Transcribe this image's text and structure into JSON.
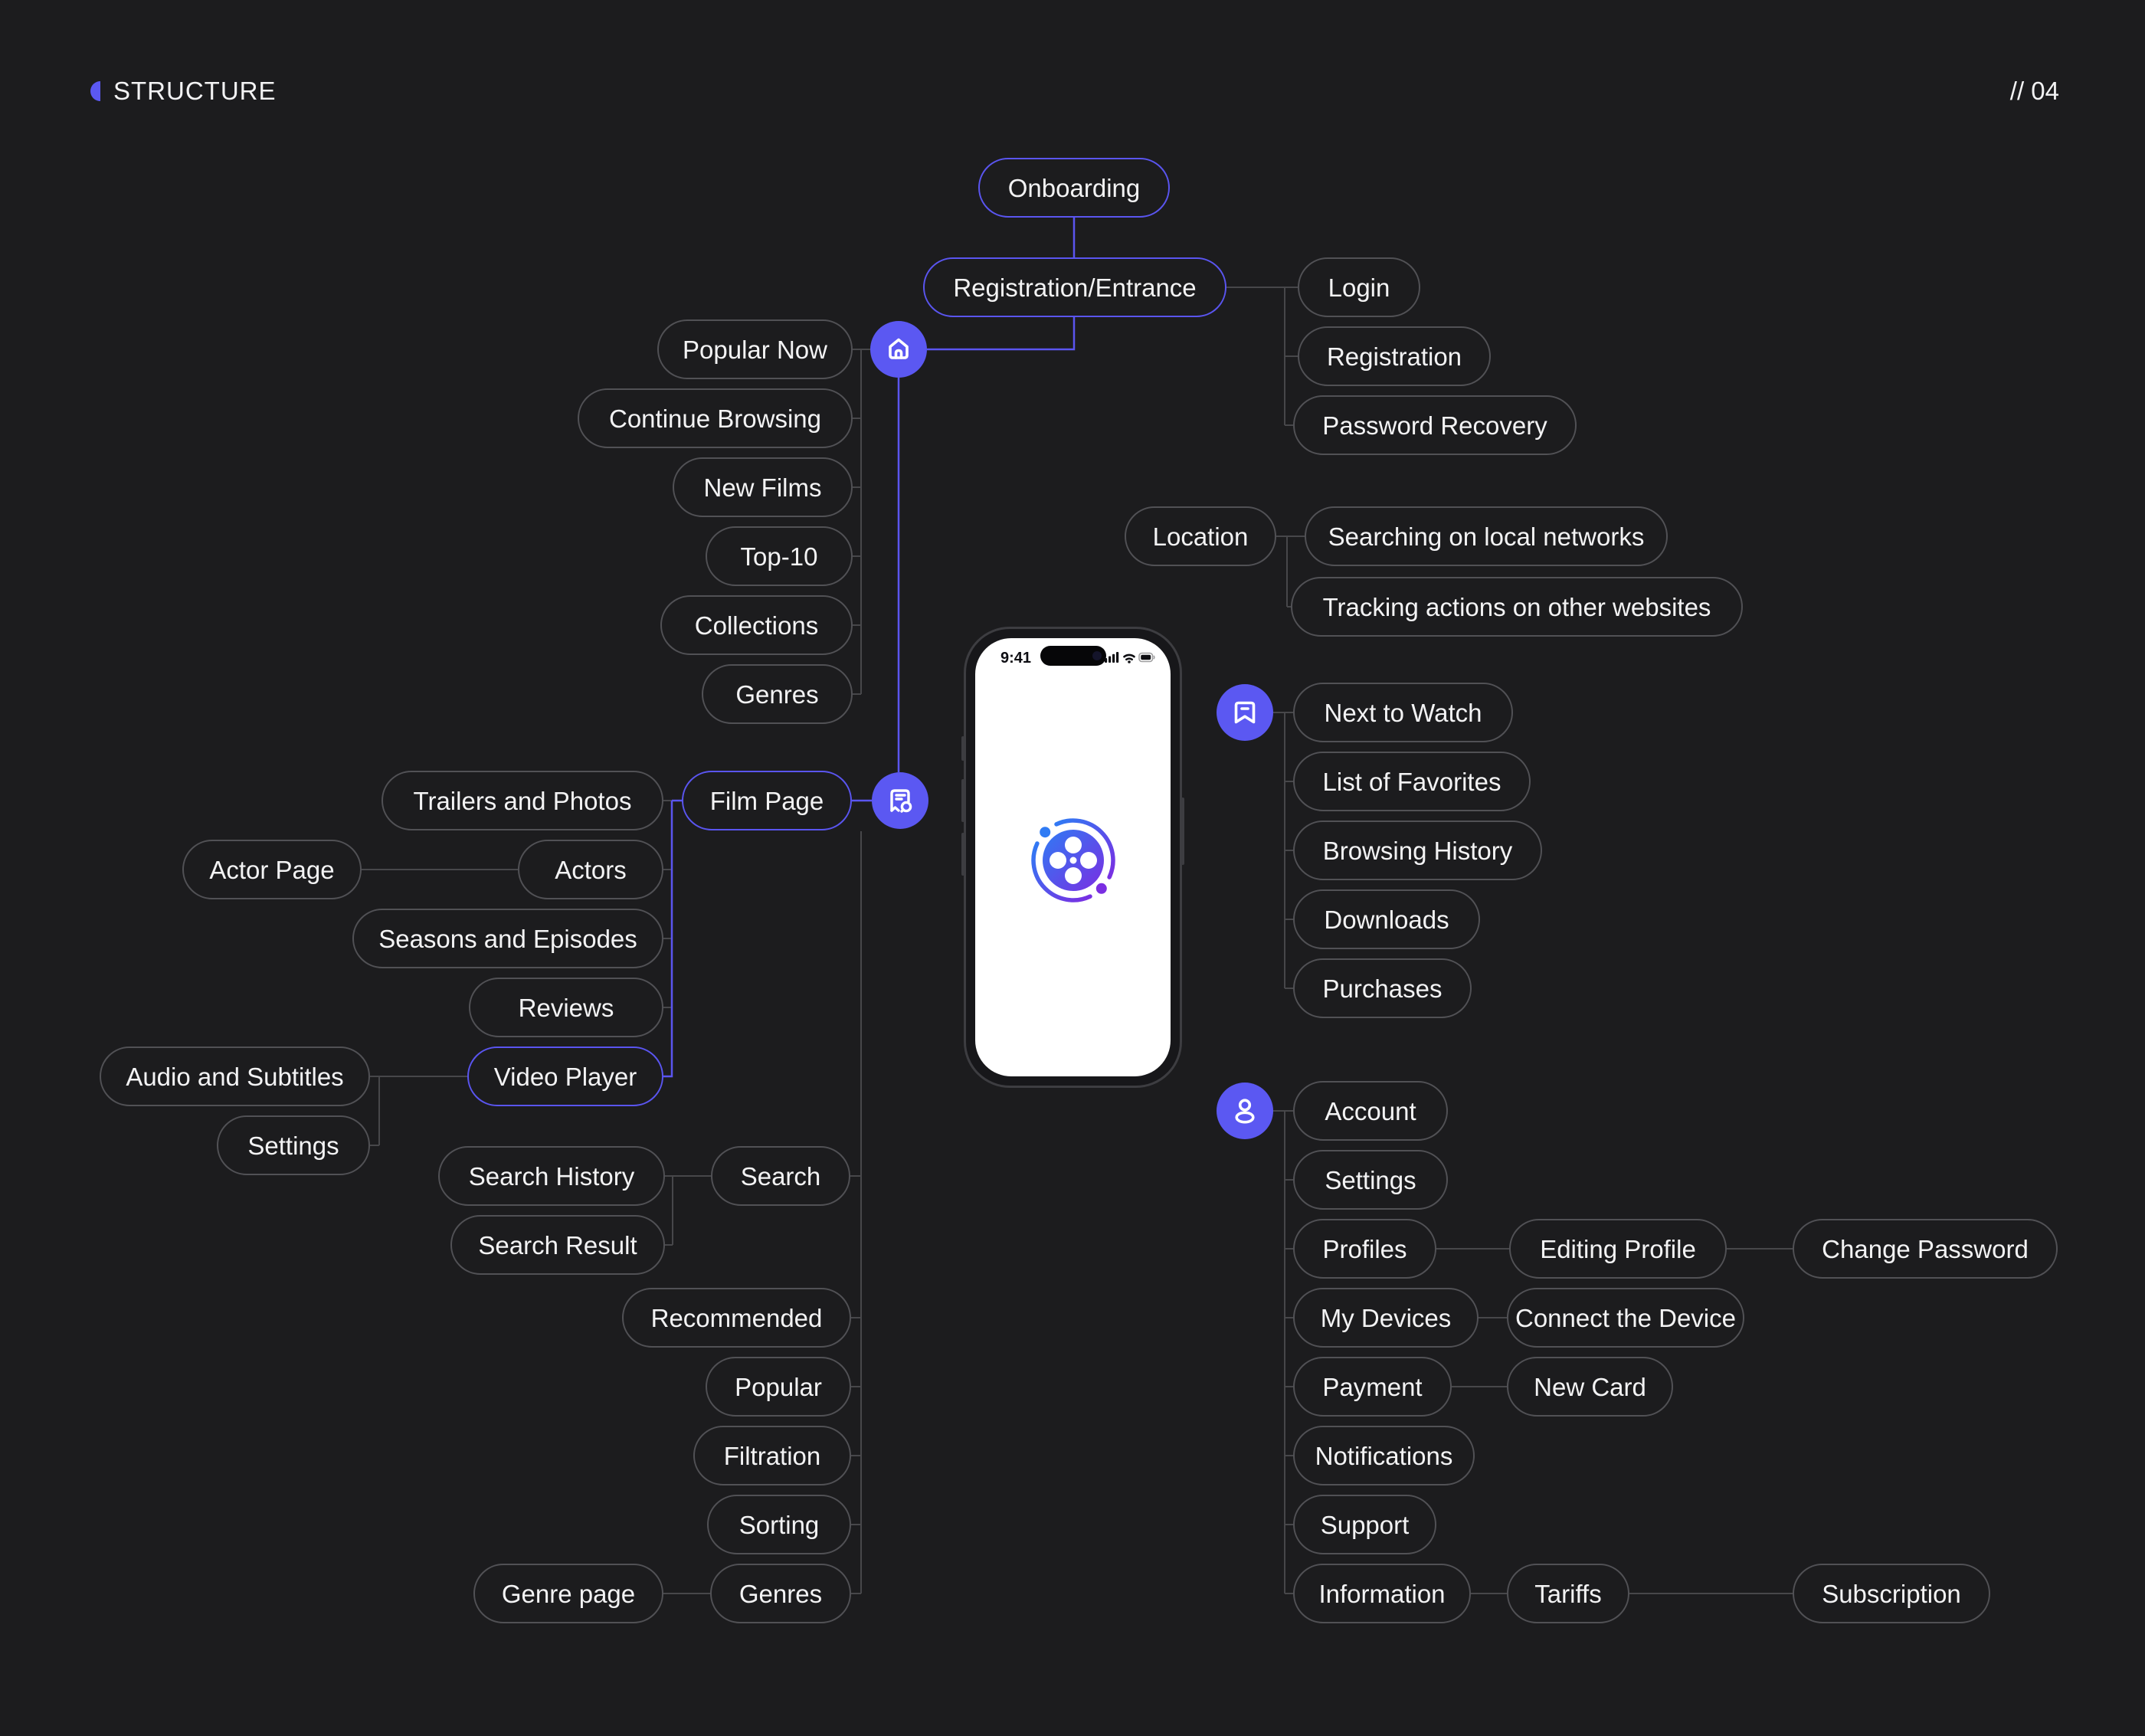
{
  "slide": {
    "title": "STRUCTURE",
    "page_number": "// 04"
  },
  "colors": {
    "background": "#1C1C1E",
    "accent": "#5A55F0",
    "pill_border": "#515155",
    "connector_line": "#47474A",
    "text": "#F3F3F4",
    "logo_gradient": [
      "#2F7BF4",
      "#7A2EE2"
    ]
  },
  "phone": {
    "status_time": "9:41",
    "status_icons": [
      "signal-icon",
      "wifi-icon",
      "battery-icon"
    ],
    "logo": "film-reel-orbit-logo"
  },
  "icon_groups": {
    "home": "home-icon",
    "film_page": "film-page-search-icon",
    "watchlist": "bookmark-icon",
    "account": "user-icon"
  },
  "nodes": {
    "onboarding": "Onboarding",
    "registration_entrance": "Registration/Entrance",
    "login": "Login",
    "registration": "Registration",
    "password_recovery": "Password Recovery",
    "popular_now": "Popular Now",
    "continue_browsing": "Continue Browsing",
    "new_films": "New Films",
    "top_10": "Top-10",
    "collections": "Collections",
    "genres_home": "Genres",
    "location": "Location",
    "searching_local": "Searching on local networks",
    "tracking_actions": "Tracking actions on other websites",
    "film_page": "Film Page",
    "trailers_photos": "Trailers and Photos",
    "actors": "Actors",
    "actor_page": "Actor Page",
    "seasons_episodes": "Seasons and Episodes",
    "reviews": "Reviews",
    "video_player": "Video Player",
    "audio_subtitles": "Audio and Subtitles",
    "player_settings": "Settings",
    "search": "Search",
    "search_history": "Search History",
    "search_result": "Search Result",
    "recommended": "Recommended",
    "popular": "Popular",
    "filtration": "Filtration",
    "sorting": "Sorting",
    "genres_search": "Genres",
    "genre_page": "Genre page",
    "next_to_watch": "Next to Watch",
    "list_of_favorites": "List of Favorites",
    "browsing_history": "Browsing History",
    "downloads": "Downloads",
    "purchases": "Purchases",
    "account": "Account",
    "settings_account": "Settings",
    "profiles": "Profiles",
    "editing_profile": "Editing Profile",
    "change_password": "Change Password",
    "my_devices": "My Devices",
    "connect_device": "Connect the Device",
    "payment": "Payment",
    "new_card": "New Card",
    "notifications": "Notifications",
    "support": "Support",
    "information": "Information",
    "tariffs": "Tariffs",
    "subscription": "Subscription"
  }
}
